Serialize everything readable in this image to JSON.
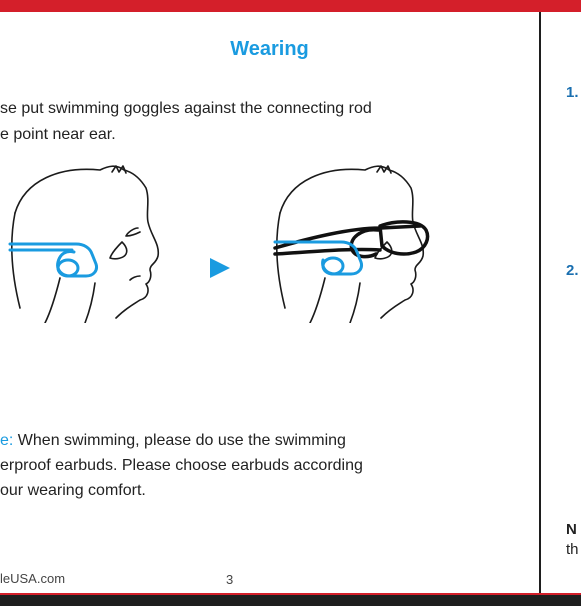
{
  "page": {
    "title": "Wearing",
    "intro_lines": [
      "se put swimming goggles against the connecting rod",
      "e point near ear."
    ],
    "note": {
      "label": "e:",
      "lines_first": " When swimming, please do use the swimming",
      "line2": "erproof earbuds. Please choose earbuds according",
      "line3": "our wearing comfort."
    },
    "footer_url": "leUSA.com",
    "page_number": "3"
  },
  "right_page": {
    "step1": "1.",
    "step2": "2.",
    "note_bold": "N",
    "note_line2": "th"
  },
  "colors": {
    "accent_blue": "#1a9be0",
    "top_bar": "#d41f2a",
    "bottom_bar": "#1e1e1e"
  }
}
